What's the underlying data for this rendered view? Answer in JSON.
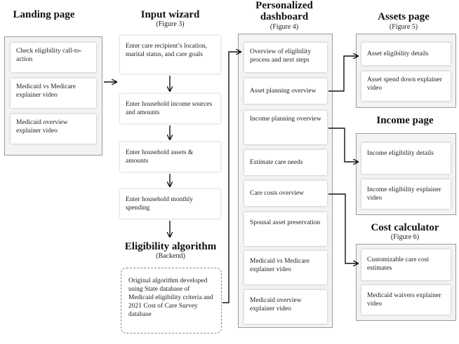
{
  "landing": {
    "title": "Landing page",
    "items": [
      "Check eligibility call-to-action",
      "Medicaid vs Medicare explainer video",
      "Medicaid overview explainer video"
    ]
  },
  "wizard": {
    "title": "Input wizard",
    "subtitle": "(Figure 3)",
    "steps": [
      "Enter care recipient’s location, marital status, and care goals",
      "Enter household income sources and amounts",
      "Enter household assets & amounts",
      "Enter household monthly spending"
    ]
  },
  "algorithm": {
    "title": "Eligibility algorithm",
    "subtitle": "(Backend)",
    "text": "Original algorithm developed using State database of Medicaid eligibility criteria and 2021 Cost of Care Survey database"
  },
  "dashboard": {
    "title_line1": "Personalized",
    "title_line2": "dashboard",
    "subtitle": "(Figure 4)",
    "items": [
      "Overview of eligibility process and next steps",
      "Asset planning overview",
      "Income planning overview",
      "Estimate care needs",
      "Care costs overview",
      "Spousal asset preservation",
      "Medicaid vs Medicare explainer video",
      "Medicaid overview explainer video"
    ]
  },
  "assets": {
    "title": "Assets page",
    "subtitle": "(Figure 5)",
    "items": [
      "Asset eligibility details",
      "Asset spend down explainer video"
    ]
  },
  "income": {
    "title": "Income page",
    "items": [
      "Income eligibility details",
      "Income eligibility explainer video"
    ]
  },
  "cost": {
    "title": "Cost calculator",
    "subtitle": "(Figure 6)",
    "items": [
      "Customizable care cost estimates",
      "Medicaid waivers explainer video"
    ]
  }
}
